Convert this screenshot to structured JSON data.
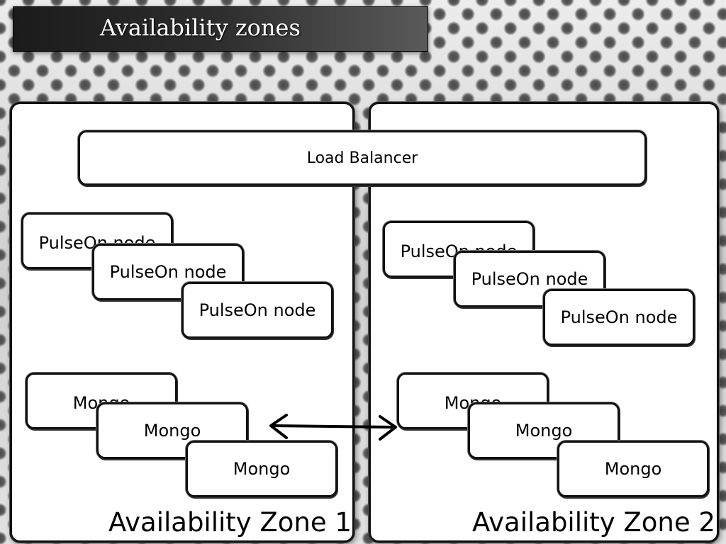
{
  "slide": {
    "title": "Availability zones"
  },
  "load_balancer": {
    "label": "Load Balancer"
  },
  "zones": [
    {
      "label": "Availability Zone 1",
      "nodes": [
        "PulseOn node",
        "PulseOn node",
        "PulseOn node"
      ],
      "databases": [
        "Mongo",
        "Mongo",
        "Mongo"
      ]
    },
    {
      "label": "Availability Zone 2",
      "nodes": [
        "PulseOn node",
        "PulseOn node",
        "PulseOn node"
      ],
      "databases": [
        "Mongo",
        "Mongo",
        "Mongo"
      ]
    }
  ],
  "replication_arrow": {
    "direction": "bidirectional",
    "icon": "double-arrow-icon"
  }
}
